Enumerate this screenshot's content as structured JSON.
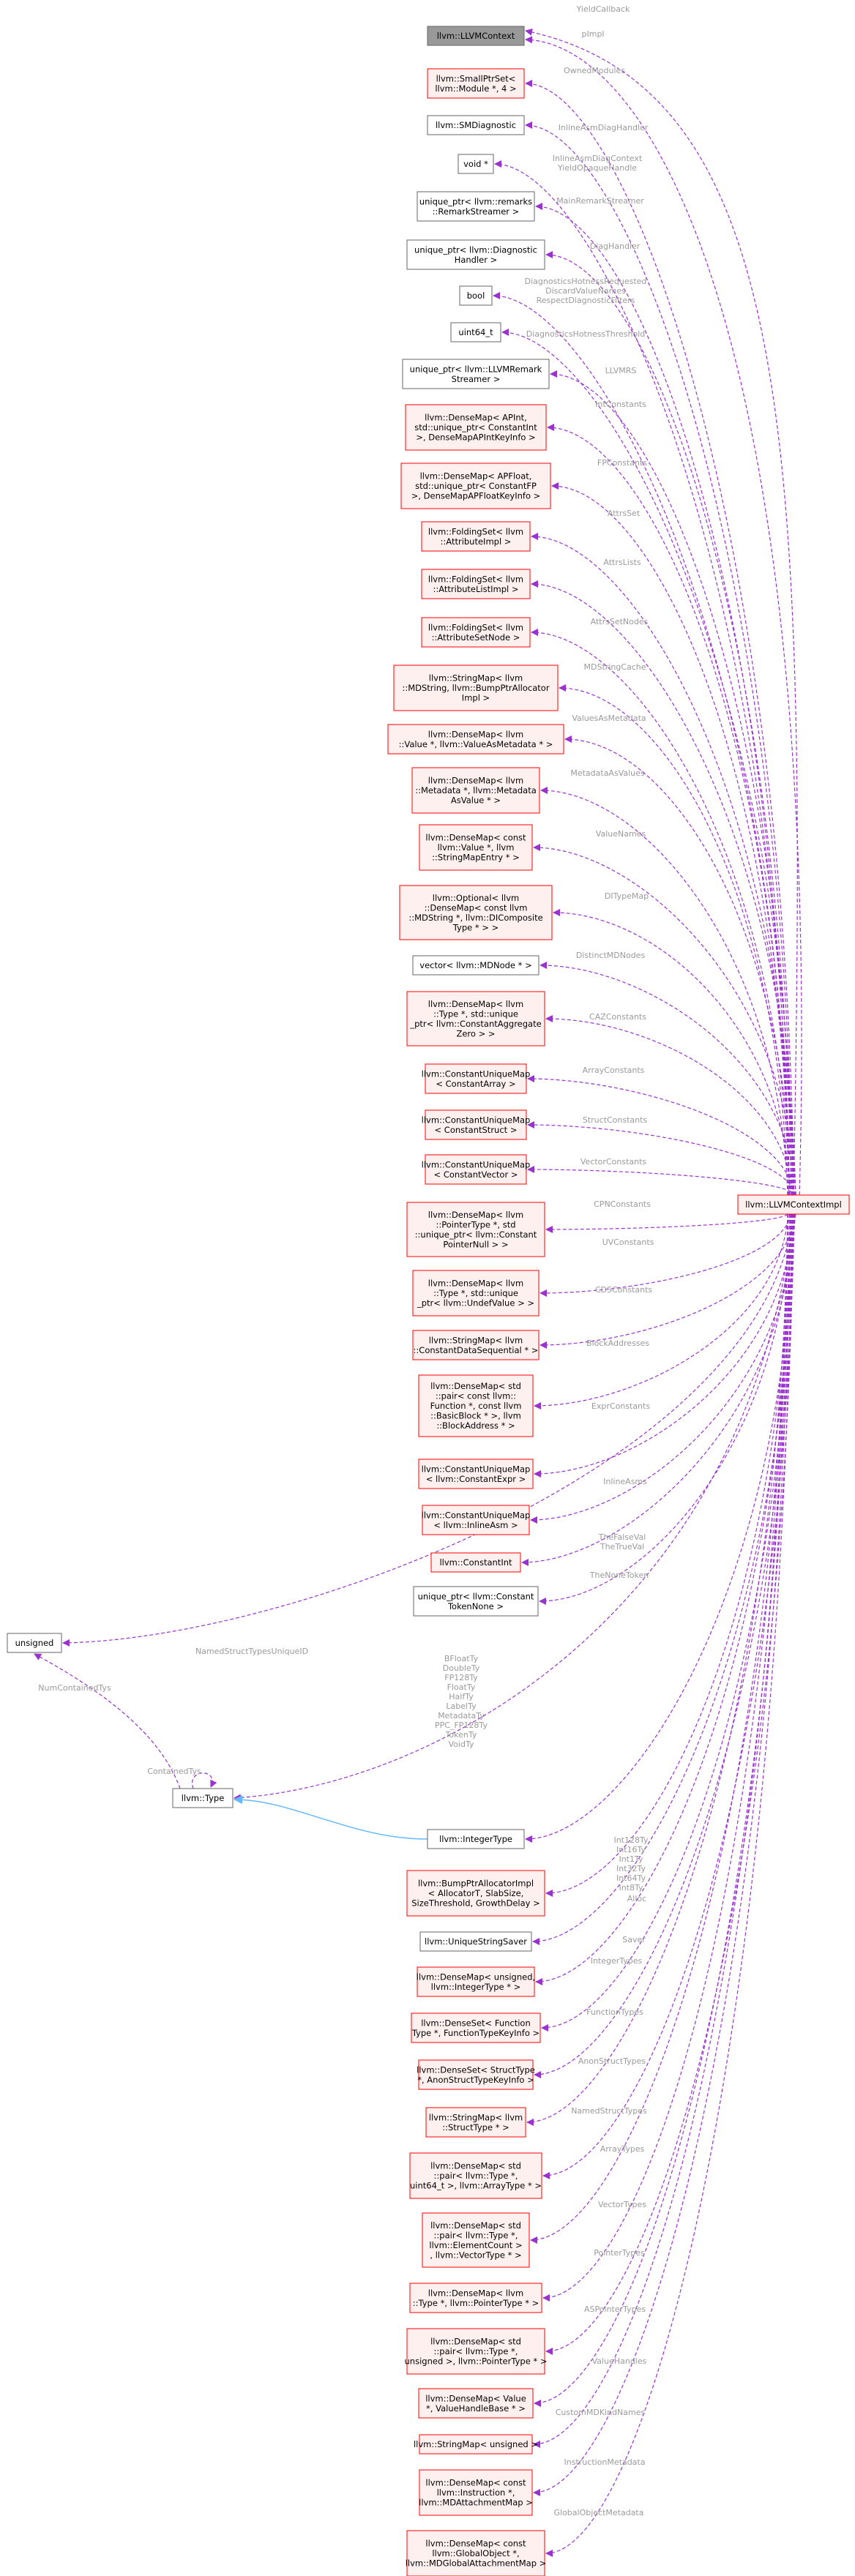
{
  "colors": {
    "edge_member": "#9a32cd",
    "edge_inherit": "#63b8ff",
    "node_red_border": "#ff0000",
    "node_red_fill": "#fff0f0",
    "node_black_border": "#666666",
    "node_white_fill": "#ffffff",
    "node_highlight_fill": "#999999",
    "edge_label_color": "#9a9a9a"
  },
  "diagram": {
    "nodes": [
      {
        "id": "ctx",
        "lines": [
          "llvm::LLVMContext"
        ],
        "style": "highlight"
      },
      {
        "id": "n1",
        "lines": [
          "llvm::SmallPtrSet<",
          "llvm::Module *, 4 >"
        ],
        "style": "red"
      },
      {
        "id": "n2",
        "lines": [
          "llvm::SMDiagnostic"
        ],
        "style": "black"
      },
      {
        "id": "n3",
        "lines": [
          "void *"
        ],
        "style": "black"
      },
      {
        "id": "n4",
        "lines": [
          "unique_ptr< llvm::remarks",
          "::RemarkStreamer >"
        ],
        "style": "black"
      },
      {
        "id": "n5",
        "lines": [
          "unique_ptr< llvm::Diagnostic",
          "Handler >"
        ],
        "style": "black"
      },
      {
        "id": "n6",
        "lines": [
          "bool"
        ],
        "style": "black"
      },
      {
        "id": "n7",
        "lines": [
          "uint64_t"
        ],
        "style": "black"
      },
      {
        "id": "n8",
        "lines": [
          "unique_ptr< llvm::LLVMRemark",
          "Streamer >"
        ],
        "style": "black"
      },
      {
        "id": "n9",
        "lines": [
          "llvm::DenseMap< APInt,",
          "std::unique_ptr< ConstantInt",
          ">, DenseMapAPIntKeyInfo >"
        ],
        "style": "red"
      },
      {
        "id": "n10",
        "lines": [
          "llvm::DenseMap< APFloat,",
          "std::unique_ptr< ConstantFP",
          ">, DenseMapAPFloatKeyInfo >"
        ],
        "style": "red"
      },
      {
        "id": "n11",
        "lines": [
          "llvm::FoldingSet< llvm",
          "::AttributeImpl >"
        ],
        "style": "red"
      },
      {
        "id": "n12",
        "lines": [
          "llvm::FoldingSet< llvm",
          "::AttributeListImpl >"
        ],
        "style": "red"
      },
      {
        "id": "n13",
        "lines": [
          "llvm::FoldingSet< llvm",
          "::AttributeSetNode >"
        ],
        "style": "red"
      },
      {
        "id": "n14",
        "lines": [
          "llvm::StringMap< llvm",
          "::MDString, llvm::BumpPtrAllocator",
          "Impl >"
        ],
        "style": "red"
      },
      {
        "id": "n15",
        "lines": [
          "llvm::DenseMap< llvm",
          "::Value *, llvm::ValueAsMetadata * >"
        ],
        "style": "red"
      },
      {
        "id": "n16",
        "lines": [
          "llvm::DenseMap< llvm",
          "::Metadata *, llvm::Metadata",
          "AsValue * >"
        ],
        "style": "red"
      },
      {
        "id": "n17",
        "lines": [
          "llvm::DenseMap< const",
          "llvm::Value *, llvm",
          "::StringMapEntry * >"
        ],
        "style": "red"
      },
      {
        "id": "n18",
        "lines": [
          "llvm::Optional< llvm",
          "::DenseMap< const llvm",
          "::MDString *, llvm::DIComposite",
          "Type * > >"
        ],
        "style": "red"
      },
      {
        "id": "n19",
        "lines": [
          "vector< llvm::MDNode * >"
        ],
        "style": "black"
      },
      {
        "id": "n20",
        "lines": [
          "llvm::DenseMap< llvm",
          "::Type *, std::unique",
          "_ptr< llvm::ConstantAggregate",
          "Zero > >"
        ],
        "style": "red"
      },
      {
        "id": "n21",
        "lines": [
          "llvm::ConstantUniqueMap",
          "< ConstantArray >"
        ],
        "style": "red"
      },
      {
        "id": "n22",
        "lines": [
          "llvm::ConstantUniqueMap",
          "< ConstantStruct >"
        ],
        "style": "red"
      },
      {
        "id": "n23",
        "lines": [
          "llvm::ConstantUniqueMap",
          "< ConstantVector >"
        ],
        "style": "red"
      },
      {
        "id": "n24",
        "lines": [
          "llvm::DenseMap< llvm",
          "::PointerType *, std",
          "::unique_ptr< llvm::Constant",
          "PointerNull > >"
        ],
        "style": "red"
      },
      {
        "id": "n25",
        "lines": [
          "llvm::DenseMap< llvm",
          "::Type *, std::unique",
          "_ptr< llvm::UndefValue > >"
        ],
        "style": "red"
      },
      {
        "id": "n26",
        "lines": [
          "llvm::StringMap< llvm",
          "::ConstantDataSequential * >"
        ],
        "style": "red"
      },
      {
        "id": "n27",
        "lines": [
          "llvm::DenseMap< std",
          "::pair< const llvm::",
          "Function *, const llvm",
          "::BasicBlock * >, llvm",
          "::BlockAddress * >"
        ],
        "style": "red"
      },
      {
        "id": "n28",
        "lines": [
          "llvm::ConstantUniqueMap",
          "< llvm::ConstantExpr >"
        ],
        "style": "red"
      },
      {
        "id": "n29",
        "lines": [
          "llvm::ConstantUniqueMap",
          "< llvm::InlineAsm >"
        ],
        "style": "red"
      },
      {
        "id": "n30",
        "lines": [
          "llvm::ConstantInt"
        ],
        "style": "red"
      },
      {
        "id": "n31",
        "lines": [
          "unique_ptr< llvm::Constant",
          "TokenNone >"
        ],
        "style": "black"
      },
      {
        "id": "unsigned",
        "lines": [
          "unsigned"
        ],
        "style": "black"
      },
      {
        "id": "type",
        "lines": [
          "llvm::Type"
        ],
        "style": "black"
      },
      {
        "id": "inttype",
        "lines": [
          "llvm::IntegerType"
        ],
        "style": "black"
      },
      {
        "id": "n32",
        "lines": [
          "llvm::BumpPtrAllocatorImpl",
          "< AllocatorT, SlabSize,",
          "SizeThreshold, GrowthDelay >"
        ],
        "style": "red"
      },
      {
        "id": "n33",
        "lines": [
          "llvm::UniqueStringSaver"
        ],
        "style": "black"
      },
      {
        "id": "n34",
        "lines": [
          "llvm::DenseMap< unsigned,",
          "llvm::IntegerType * >"
        ],
        "style": "red"
      },
      {
        "id": "n35",
        "lines": [
          "llvm::DenseSet< Function",
          "Type *, FunctionTypeKeyInfo >"
        ],
        "style": "red"
      },
      {
        "id": "n36",
        "lines": [
          "llvm::DenseSet< StructType",
          " *, AnonStructTypeKeyInfo >"
        ],
        "style": "red"
      },
      {
        "id": "n37",
        "lines": [
          "llvm::StringMap< llvm",
          "::StructType * >"
        ],
        "style": "red"
      },
      {
        "id": "n38",
        "lines": [
          "llvm::DenseMap< std",
          "::pair< llvm::Type *,",
          "uint64_t >, llvm::ArrayType * >"
        ],
        "style": "red"
      },
      {
        "id": "n39",
        "lines": [
          "llvm::DenseMap< std",
          "::pair< llvm::Type *,",
          "llvm::ElementCount >",
          ", llvm::VectorType * >"
        ],
        "style": "red"
      },
      {
        "id": "n40",
        "lines": [
          "llvm::DenseMap< llvm",
          "::Type *, llvm::PointerType * >"
        ],
        "style": "red"
      },
      {
        "id": "n41",
        "lines": [
          "llvm::DenseMap< std",
          "::pair< llvm::Type *,",
          "unsigned >, llvm::PointerType * >"
        ],
        "style": "red"
      },
      {
        "id": "n42",
        "lines": [
          "llvm::DenseMap< Value",
          "*, ValueHandleBase * >"
        ],
        "style": "red"
      },
      {
        "id": "n43",
        "lines": [
          "llvm::StringMap< unsigned >"
        ],
        "style": "red"
      },
      {
        "id": "n44",
        "lines": [
          "llvm::DenseMap< const",
          "llvm::Instruction *,",
          "llvm::MDAttachmentMap >"
        ],
        "style": "red"
      },
      {
        "id": "n45",
        "lines": [
          "llvm::DenseMap< const",
          "llvm::GlobalObject *,",
          "llvm::MDGlobalAttachmentMap >"
        ],
        "style": "red"
      },
      {
        "id": "impl",
        "lines": [
          "llvm::LLVMContextImpl"
        ],
        "style": "red"
      }
    ],
    "edge_labels": [
      {
        "id": "l0",
        "lines": [
          "YieldCallback"
        ]
      },
      {
        "id": "l_pimpl",
        "lines": [
          "pImpl"
        ]
      },
      {
        "id": "l1",
        "lines": [
          "OwnedModules"
        ]
      },
      {
        "id": "l2",
        "lines": [
          "InlineAsmDiagHandler"
        ]
      },
      {
        "id": "l3",
        "lines": [
          "InlineAsmDiagContext",
          "YieldOpaqueHandle"
        ]
      },
      {
        "id": "l4",
        "lines": [
          "MainRemarkStreamer"
        ]
      },
      {
        "id": "l5",
        "lines": [
          "DiagHandler"
        ]
      },
      {
        "id": "l6",
        "lines": [
          "DiagnosticsHotnessRequested",
          "DiscardValueNames",
          "RespectDiagnosticFilters"
        ]
      },
      {
        "id": "l7",
        "lines": [
          "DiagnosticsHotnessThreshold"
        ]
      },
      {
        "id": "l8",
        "lines": [
          "LLVMRS"
        ]
      },
      {
        "id": "l9",
        "lines": [
          "IntConstants"
        ]
      },
      {
        "id": "l10",
        "lines": [
          "FPConstants"
        ]
      },
      {
        "id": "l11",
        "lines": [
          "AttrsSet"
        ]
      },
      {
        "id": "l12",
        "lines": [
          "AttrsLists"
        ]
      },
      {
        "id": "l13",
        "lines": [
          "AttrsSetNodes"
        ]
      },
      {
        "id": "l14",
        "lines": [
          "MDStringCache"
        ]
      },
      {
        "id": "l15",
        "lines": [
          "ValuesAsMetadata"
        ]
      },
      {
        "id": "l16",
        "lines": [
          "MetadataAsValues"
        ]
      },
      {
        "id": "l17",
        "lines": [
          "ValueNames"
        ]
      },
      {
        "id": "l18",
        "lines": [
          "DITypeMap"
        ]
      },
      {
        "id": "l19",
        "lines": [
          "DistinctMDNodes"
        ]
      },
      {
        "id": "l20",
        "lines": [
          "CAZConstants"
        ]
      },
      {
        "id": "l21",
        "lines": [
          "ArrayConstants"
        ]
      },
      {
        "id": "l22",
        "lines": [
          "StructConstants"
        ]
      },
      {
        "id": "l23",
        "lines": [
          "VectorConstants"
        ]
      },
      {
        "id": "l24",
        "lines": [
          "CPNConstants"
        ]
      },
      {
        "id": "l25",
        "lines": [
          "UVConstants"
        ]
      },
      {
        "id": "l26",
        "lines": [
          "CDSConstants"
        ]
      },
      {
        "id": "l27",
        "lines": [
          "BlockAddresses"
        ]
      },
      {
        "id": "l28",
        "lines": [
          "ExprConstants"
        ]
      },
      {
        "id": "l29",
        "lines": [
          "InlineAsms"
        ]
      },
      {
        "id": "l30",
        "lines": [
          "TheFalseVal",
          "TheTrueVal"
        ]
      },
      {
        "id": "l31",
        "lines": [
          "TheNoneToken"
        ]
      },
      {
        "id": "l_named",
        "lines": [
          "NamedStructTypesUniqueID"
        ]
      },
      {
        "id": "l_types",
        "lines": [
          "BFloatTy",
          "DoubleTy",
          "FP128Ty",
          "FloatTy",
          "HalfTy",
          "LabelTy",
          "MetadataTy",
          "PPC_FP128Ty",
          "TokenTy",
          "VoidTy"
        ]
      },
      {
        "id": "l_numc",
        "lines": [
          "NumContainedTys"
        ]
      },
      {
        "id": "l_cont",
        "lines": [
          "ContainedTys"
        ]
      },
      {
        "id": "l_int",
        "lines": [
          "Int128Ty",
          "Int16Ty",
          "Int1Ty",
          "Int32Ty",
          "Int64Ty",
          "Int8Ty"
        ]
      },
      {
        "id": "l32",
        "lines": [
          "Alloc"
        ]
      },
      {
        "id": "l33",
        "lines": [
          "Saver"
        ]
      },
      {
        "id": "l34",
        "lines": [
          "IntegerTypes"
        ]
      },
      {
        "id": "l35",
        "lines": [
          "FunctionTypes"
        ]
      },
      {
        "id": "l36",
        "lines": [
          "AnonStructTypes"
        ]
      },
      {
        "id": "l37",
        "lines": [
          "NamedStructTypes"
        ]
      },
      {
        "id": "l38",
        "lines": [
          "ArrayTypes"
        ]
      },
      {
        "id": "l39",
        "lines": [
          "VectorTypes"
        ]
      },
      {
        "id": "l40",
        "lines": [
          "PointerTypes"
        ]
      },
      {
        "id": "l41",
        "lines": [
          "ASPointerTypes"
        ]
      },
      {
        "id": "l42",
        "lines": [
          "ValueHandles"
        ]
      },
      {
        "id": "l43",
        "lines": [
          "CustomMDKindNames"
        ]
      },
      {
        "id": "l44",
        "lines": [
          "InstructionMetadata"
        ]
      },
      {
        "id": "l45",
        "lines": [
          "GlobalObjectMetadata"
        ]
      }
    ]
  }
}
